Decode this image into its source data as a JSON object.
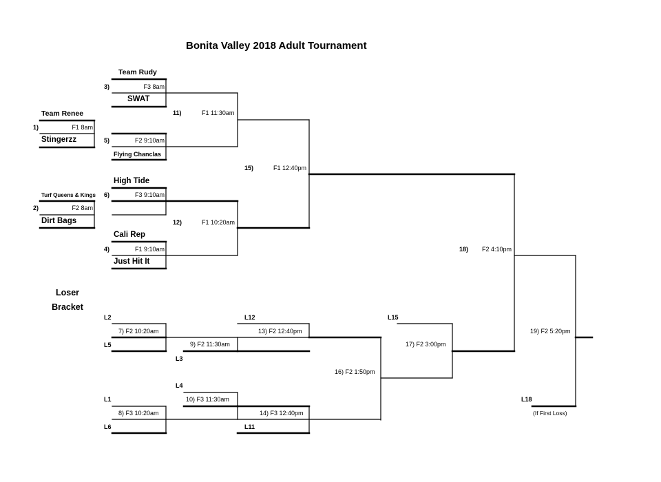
{
  "title": "Bonita Valley 2018 Adult Tournament",
  "teams": {
    "team_rudy": "Team Rudy",
    "swat": "SWAT",
    "team_renee": "Team Renee",
    "stingerzz": "Stingerzz",
    "flying_chanclas": "Flying Chanclas",
    "high_tide": "High Tide",
    "turf_queens_kings": "Turf Queens & Kings",
    "dirt_bags": "Dirt Bags",
    "cali_rep": "Cali Rep",
    "just_hit_it": "Just Hit It"
  },
  "seeds": {
    "s1": "1)",
    "s2": "2)",
    "s3": "3)",
    "s4": "4)",
    "s5": "5)",
    "s6": "6)"
  },
  "games": {
    "g_rudy_swat": "F3 8am",
    "g_renee_stingerzz": "F1 8am",
    "g_stingerzz_chanclas": "F2 9:10am",
    "g_hightide": "F3 9:10am",
    "g_turf_dirt": "F2 8am",
    "g_calirep": "F1 9:10am",
    "g11_num": "11)",
    "g11": "F1 11:30am",
    "g12_num": "12)",
    "g12": "F1 10:20am",
    "g15_num": "15)",
    "g15": "F1 12:40pm",
    "g18_num": "18)",
    "g18": "F2 4:10pm",
    "g19": "19)  F2 5:20pm",
    "g7": "7)  F2 10:20am",
    "g8": "8)  F3 10:20am",
    "g9": "9)  F2 11:30am",
    "g10": "10)  F3 11:30am",
    "g13": "13)  F2 12:40pm",
    "g14": "14)  F3 12:40pm",
    "g16": "16)  F2 1:50pm",
    "g17": "17)  F2 3:00pm"
  },
  "loser_bracket": {
    "line1": "Loser",
    "line2": "Bracket"
  },
  "loser_labels": {
    "L1": "L1",
    "L2": "L2",
    "L3": "L3",
    "L4": "L4",
    "L5": "L5",
    "L6": "L6",
    "L11": "L11",
    "L12": "L12",
    "L15": "L15",
    "L18": "L18"
  },
  "note": "(If First Loss)"
}
